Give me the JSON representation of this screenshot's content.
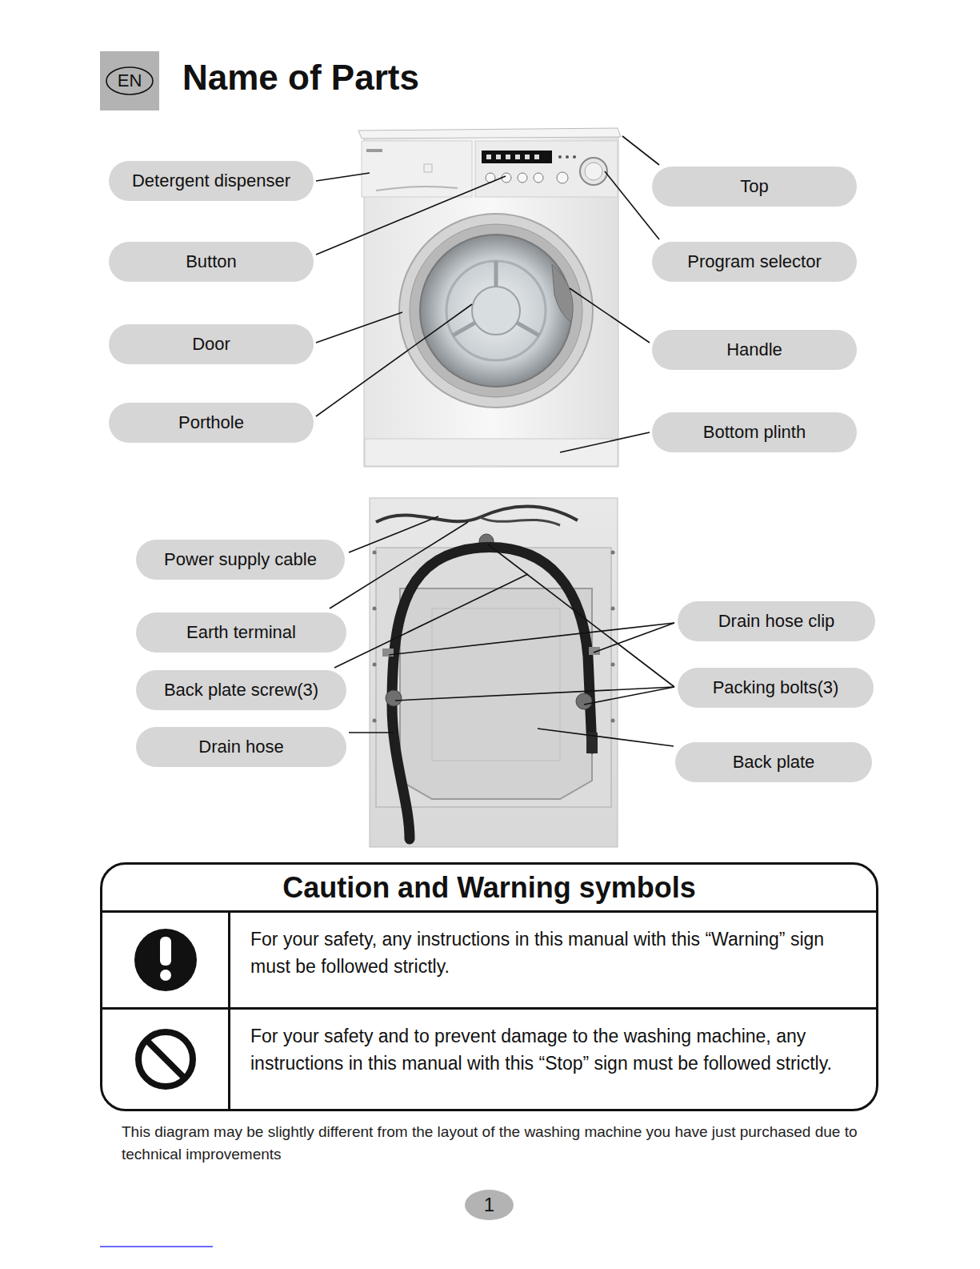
{
  "diagram": {
    "title": "Name of Parts",
    "caption": "This diagram may be slightly different from the layout of the washing machine you have just purchased due to technical improvements",
    "nodes": [
      {
        "text": [
          "EN"
        ]
      },
      {
        "text": [
          "Detergent dispenser"
        ]
      },
      {
        "text": [
          "Top"
        ]
      },
      {
        "text": [
          "Button"
        ]
      },
      {
        "text": [
          "Program selector"
        ]
      },
      {
        "text": [
          "Door"
        ]
      },
      {
        "text": [
          "Handle"
        ]
      },
      {
        "text": [
          "Porthole"
        ]
      },
      {
        "text": [
          "Bottom plinth"
        ]
      },
      {
        "text": [
          "Power supply cable"
        ]
      },
      {
        "text": [
          "Earth terminal"
        ]
      },
      {
        "text": [
          "Drain hose clip"
        ]
      },
      {
        "text": [
          "Back plate screw(3)"
        ]
      },
      {
        "text": [
          "Packing bolts(3)"
        ]
      },
      {
        "text": [
          "Drain hose"
        ]
      },
      {
        "text": [
          "Back plate"
        ]
      },
      {
        "text": [
          "Caution and Warning symbols"
        ]
      },
      {
        "text": [
          "For your safety, any instructions in this manual with this “Warning” sign must be followed strictly."
        ],
        "in": 16
      },
      {
        "text": [
          "For your safety and to prevent damage to the washing machine, any instructions in this manual with this “Stop” sign must be followed strictly."
        ],
        "in": 16
      },
      {
        "text": [
          "1"
        ]
      }
    ]
  }
}
